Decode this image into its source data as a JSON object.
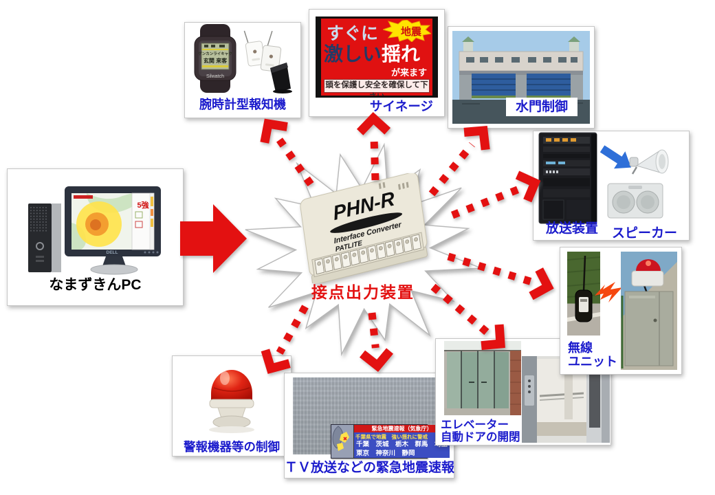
{
  "colors": {
    "label_blue": "#1b1bcc",
    "accent_red": "#e31111"
  },
  "pc": {
    "label": "なまずきんPC",
    "monitor_brand": "DELL",
    "screen_intensity": "5強"
  },
  "hub": {
    "model": "PHN-R",
    "subtitle": "Interface Converter",
    "brand": "PATLITE",
    "label": "接点出力装置"
  },
  "watch": {
    "label": "腕時計型報知機",
    "brand": "Silwatch",
    "lcd_line1": "ゲンカンライキャク",
    "lcd_line2": "玄関 来客"
  },
  "signage": {
    "label": "サイネージ",
    "burst": "地震",
    "line1": "すぐに",
    "line2_strong": "激しい",
    "line2_rest": "揺れ",
    "line3": "が来ます",
    "line4": "頭を保護し安全を確保して下さい"
  },
  "sluice": {
    "label": "水門制御"
  },
  "broadcast": {
    "rack_label": "放送装置",
    "speaker_label": "スピーカー"
  },
  "wireless": {
    "label_line1": "無線",
    "label_line2": "ユニット"
  },
  "elevator": {
    "label_line1": "エレベーター",
    "label_line2": "自動ドアの開閉"
  },
  "tv": {
    "label": "ＴＶ放送などの緊急地震速報",
    "overlay_header": "緊急地震速報（気象庁）",
    "overlay_warning": "千葉県で地震　強い揺れに警戒",
    "overlay_row1": "千葉　茨城　栃木　群馬　埼玉",
    "overlay_row2": "東京　神奈川　静岡"
  },
  "alarm": {
    "label": "警報機器等の制御"
  }
}
